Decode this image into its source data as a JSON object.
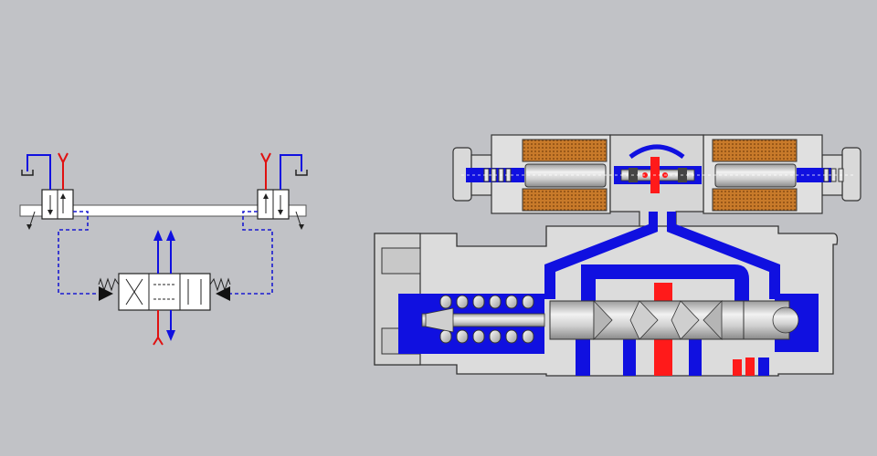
{
  "colors": {
    "background": "#c1c2c6",
    "pressure": "#ff1a1a",
    "tank": "#1010e0",
    "pilot_line": "#1a1ad0",
    "body": "#d6d6d6",
    "coil": "#c87a2a",
    "outline": "#333333"
  },
  "symbol": {
    "left_pilot": {
      "state": "neutral"
    },
    "right_pilot": {
      "state": "neutral"
    },
    "main_valve": {
      "position": "center",
      "positions": 3
    }
  },
  "cutaway": {
    "pilot_stage": {
      "solenoids": 2,
      "spool_position": "center"
    },
    "main_stage": {
      "spool_position": "center",
      "spring_side": "left"
    }
  }
}
